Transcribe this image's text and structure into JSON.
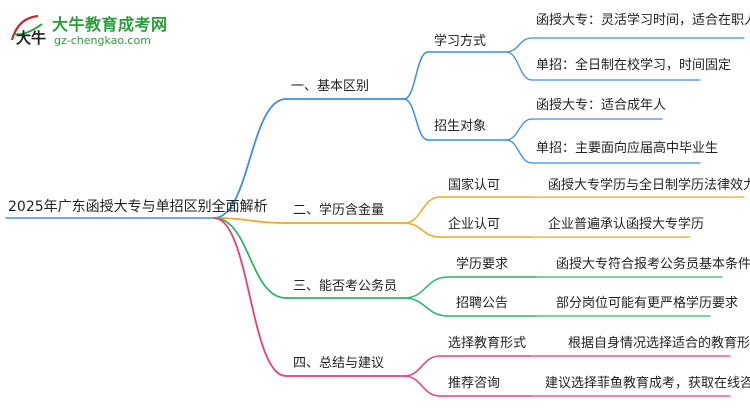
{
  "logo": {
    "title": "大牛教育成考网",
    "url": "gz-chengkao.com",
    "mark_text": "大牛"
  },
  "colors": {
    "blue": "#3a8ee6",
    "orange": "#f0a820",
    "green": "#2db36b",
    "pink": "#e83e7a",
    "logo_green": "#2a9d3a",
    "logo_red": "#c8252c"
  },
  "mindmap": {
    "root": "2025年广东函授大专与单招区别全面解析",
    "branches": [
      {
        "label": "一、基本区别",
        "children": [
          {
            "label": "学习方式",
            "leaves": [
              "函授大专：灵活学习时间，适合在职人员",
              "单招：全日制在校学习，时间固定"
            ]
          },
          {
            "label": "招生对象",
            "leaves": [
              "函授大专：适合成年人",
              "单招：主要面向应届高中毕业生"
            ]
          }
        ]
      },
      {
        "label": "二、学历含金量",
        "children": [
          {
            "label": "国家认可",
            "leaves": [
              "函授大专学历与全日制学历法律效力相同"
            ]
          },
          {
            "label": "企业认可",
            "leaves": [
              "企业普遍承认函授大专学历"
            ]
          }
        ]
      },
      {
        "label": "三、能否考公务员",
        "children": [
          {
            "label": "学历要求",
            "leaves": [
              "函授大专符合报考公务员基本条件"
            ]
          },
          {
            "label": "招聘公告",
            "leaves": [
              "部分岗位可能有更严格学历要求"
            ]
          }
        ]
      },
      {
        "label": "四、总结与建议",
        "children": [
          {
            "label": "选择教育形式",
            "leaves": [
              "根据自身情况选择适合的教育形式"
            ]
          },
          {
            "label": "推荐咨询",
            "leaves": [
              "建议选择菲鱼教育成考，获取在线咨询"
            ]
          }
        ]
      }
    ]
  }
}
